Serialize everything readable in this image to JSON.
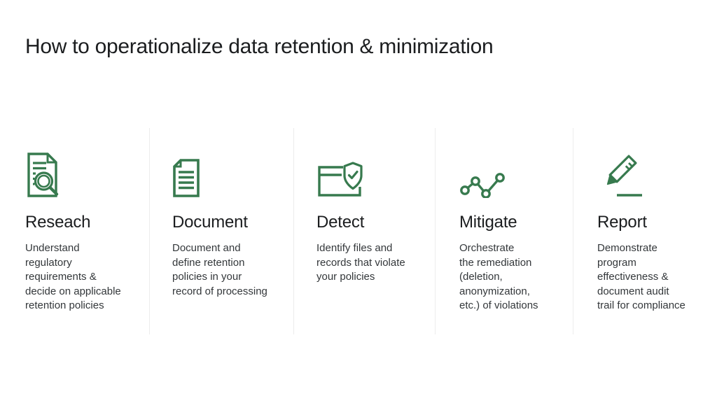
{
  "slide": {
    "title": "How to operationalize data retention & minimization",
    "accent_color": "#377a4e",
    "divider_color": "#ececec",
    "steps": [
      {
        "icon": "document-search-icon",
        "heading": "Reseach",
        "description": "Understand\nregulatory\nrequirements &\ndecide on applicable\nretention policies"
      },
      {
        "icon": "document-icon",
        "heading": "Document",
        "description": "Document and\ndefine retention\npolicies in your\nrecord of processing"
      },
      {
        "icon": "file-shield-check-icon",
        "heading": "Detect",
        "description": "Identify files and\nrecords that violate\nyour policies"
      },
      {
        "icon": "line-graph-icon",
        "heading": "Mitigate",
        "description": "Orchestrate\nthe remediation\n(deletion,\nanonymization,\n etc.) of violations"
      },
      {
        "icon": "pencil-underline-icon",
        "heading": "Report",
        "description": "Demonstrate\nprogram\neffectiveness &\ndocument audit\ntrail for compliance"
      }
    ]
  }
}
